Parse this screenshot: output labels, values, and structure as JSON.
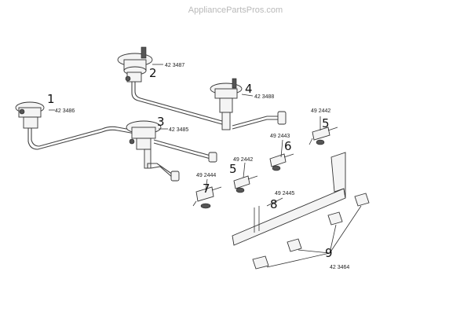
{
  "watermark": "AppliancePartsPros.com",
  "parts": [
    {
      "callout": "1",
      "part_number": "42 3486"
    },
    {
      "callout": "2",
      "part_number": "42 3487"
    },
    {
      "callout": "3",
      "part_number": "42 3485"
    },
    {
      "callout": "4",
      "part_number": "42 3488"
    },
    {
      "callout": "5",
      "part_number": "49 2442"
    },
    {
      "callout": "6",
      "part_number": "49 2443"
    },
    {
      "callout": "5",
      "part_number": "49 2442"
    },
    {
      "callout": "7",
      "part_number": "49 2444"
    },
    {
      "callout": "8",
      "part_number": "49 2445"
    },
    {
      "callout": "9",
      "part_number": "42 3464"
    }
  ]
}
